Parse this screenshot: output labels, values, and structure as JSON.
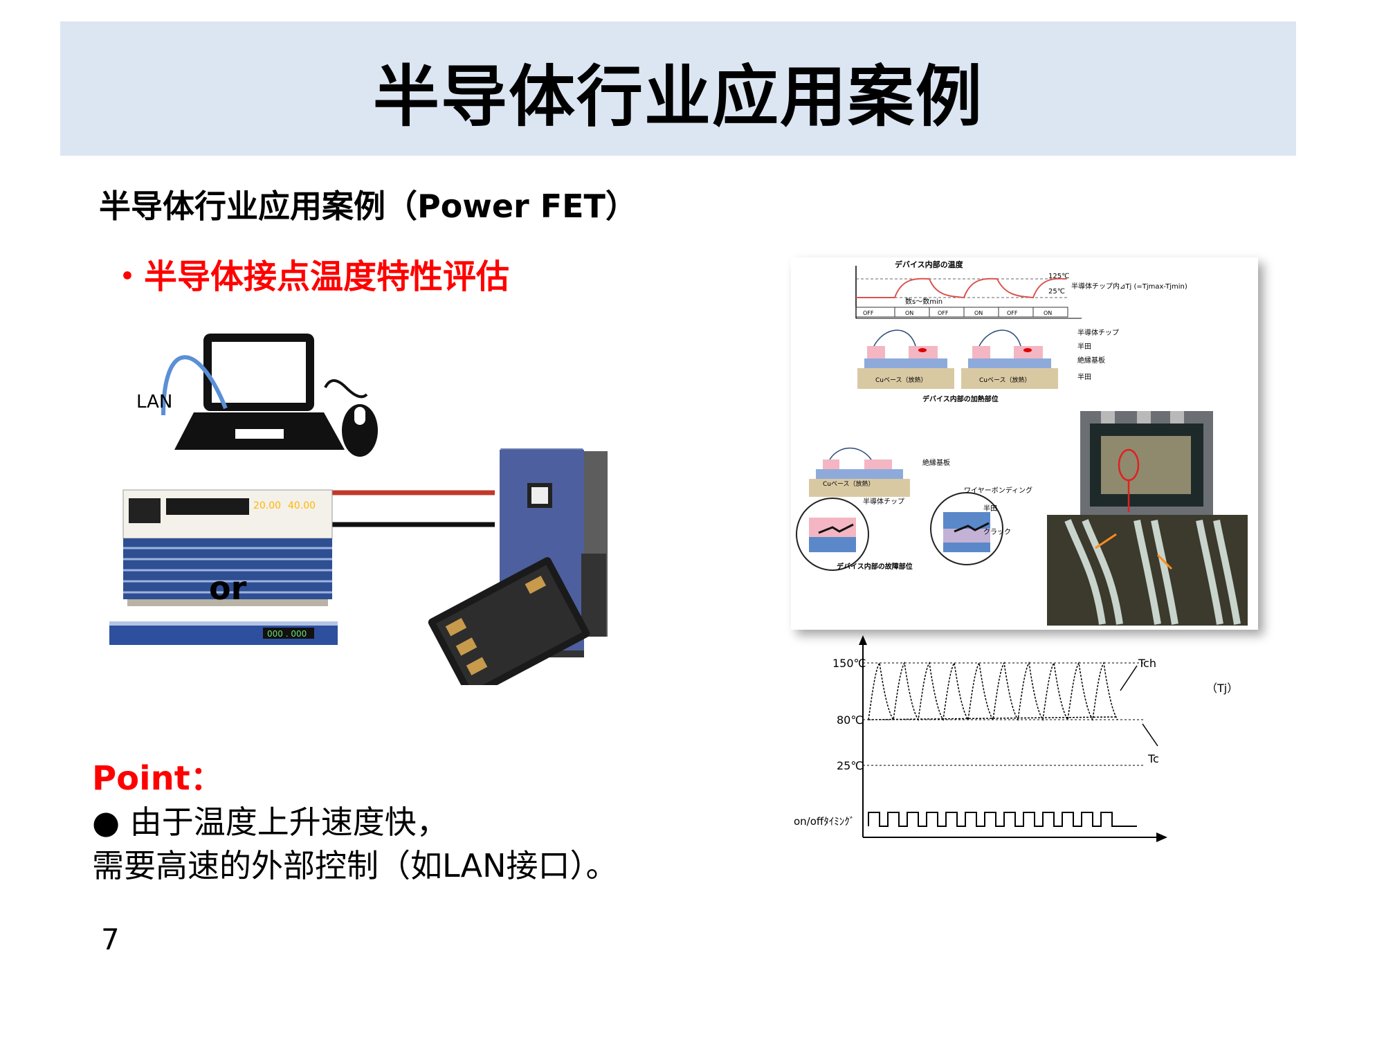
{
  "slide": {
    "title": "半导体行业应用案例",
    "subtitle": "半导体行业应用案例（Power FET）",
    "bullet": "・半导体接点温度特性评估",
    "page_number": "7"
  },
  "setup": {
    "lan_label": "LAN",
    "or_label": "or",
    "psu_display_a": "20.00",
    "psu_display_b": "40.00",
    "rack_display": "000 . 000"
  },
  "point": {
    "title": "Point：",
    "line1": "●  由于温度上升速度快，",
    "line2": "需要高速的外部控制（如LAN接口）。"
  },
  "diagram": {
    "top_title": "デバイス内部の温度",
    "temp_high": "125℃",
    "temp_low": "25℃",
    "delta_label": "半導体チップ内⊿Tj (=Tjmax-Tjmin)",
    "interval_label": "数s～数min",
    "on_label": "ON",
    "off_label": "OFF",
    "label_chip": "半導体チップ",
    "label_solder": "半田",
    "label_substrate": "絶縁基板",
    "label_base": "Cuベース（放熱）",
    "heat_caption": "デバイス内部の加熱部位",
    "label_wire": "ワイヤーボンディング",
    "label_crack": "クラック",
    "fault_caption": "デバイス内部の故障部位"
  },
  "waveform": {
    "y150": "150℃",
    "y80": "80℃",
    "y25": "25℃",
    "timing": "on/offﾀｲﾐﾝｸﾞ",
    "tch": "Tch",
    "tc": "Tc",
    "tj": "（Tj）"
  },
  "colors": {
    "title_band": "#dce6f2",
    "accent_red": "#ff0000",
    "chip_pink": "#f4b6c2",
    "substrate_blue": "#8eaadb",
    "base_tan": "#d9c9a3"
  }
}
